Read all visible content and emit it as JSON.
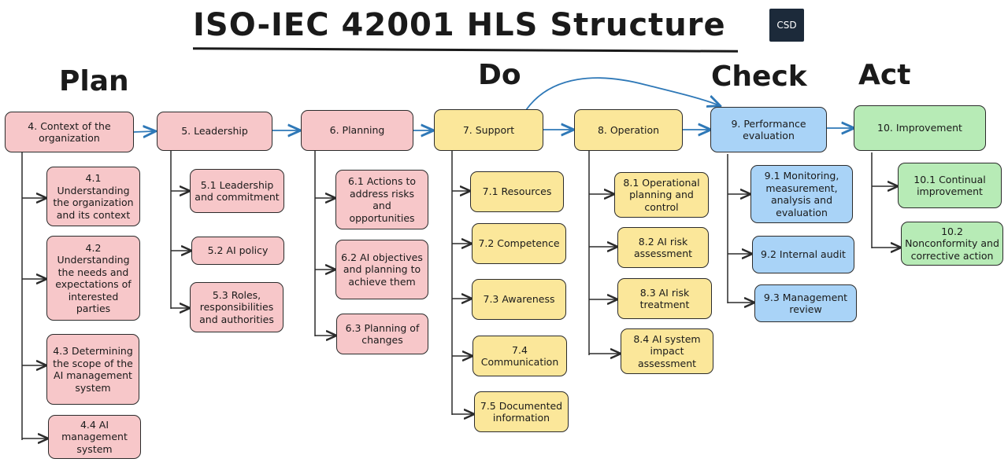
{
  "title": "ISO-IEC 42001 HLS Structure",
  "logo": {
    "text": "CSD"
  },
  "phases": {
    "plan": "Plan",
    "do": "Do",
    "check": "Check",
    "act": "Act"
  },
  "colors": {
    "pink": "#f7c7c9",
    "yellow": "#fbe79a",
    "blue": "#a9d3f7",
    "green": "#b7ebb6",
    "arrow": "#2e78b7"
  },
  "clauses": [
    {
      "label": "4. Context of the organization",
      "subs": [
        "4.1 Understanding the organization and its context",
        "4.2 Understanding the needs and expectations of interested parties",
        "4.3 Determining the scope of the AI management system",
        "4.4 AI management system"
      ]
    },
    {
      "label": "5. Leadership",
      "subs": [
        "5.1 Leadership and commitment",
        "5.2 AI policy",
        "5.3 Roles, responsibilities and authorities"
      ]
    },
    {
      "label": "6. Planning",
      "subs": [
        "6.1 Actions to address risks and opportunities",
        "6.2 AI objectives and planning to achieve them",
        "6.3 Planning of changes"
      ]
    },
    {
      "label": "7. Support",
      "subs": [
        "7.1 Resources",
        "7.2 Competence",
        "7.3 Awareness",
        "7.4 Communication",
        "7.5 Documented information"
      ]
    },
    {
      "label": "8. Operation",
      "subs": [
        "8.1 Operational planning and control",
        "8.2 AI risk assessment",
        "8.3 AI risk treatment",
        "8.4 AI system impact assessment"
      ]
    },
    {
      "label": "9. Performance evaluation",
      "subs": [
        "9.1 Monitoring, measurement, analysis and evaluation",
        "9.2 Internal audit",
        "9.3 Management review"
      ]
    },
    {
      "label": "10. Improvement",
      "subs": [
        "10.1 Continual improvement",
        "10.2 Nonconformity and corrective action"
      ]
    }
  ]
}
